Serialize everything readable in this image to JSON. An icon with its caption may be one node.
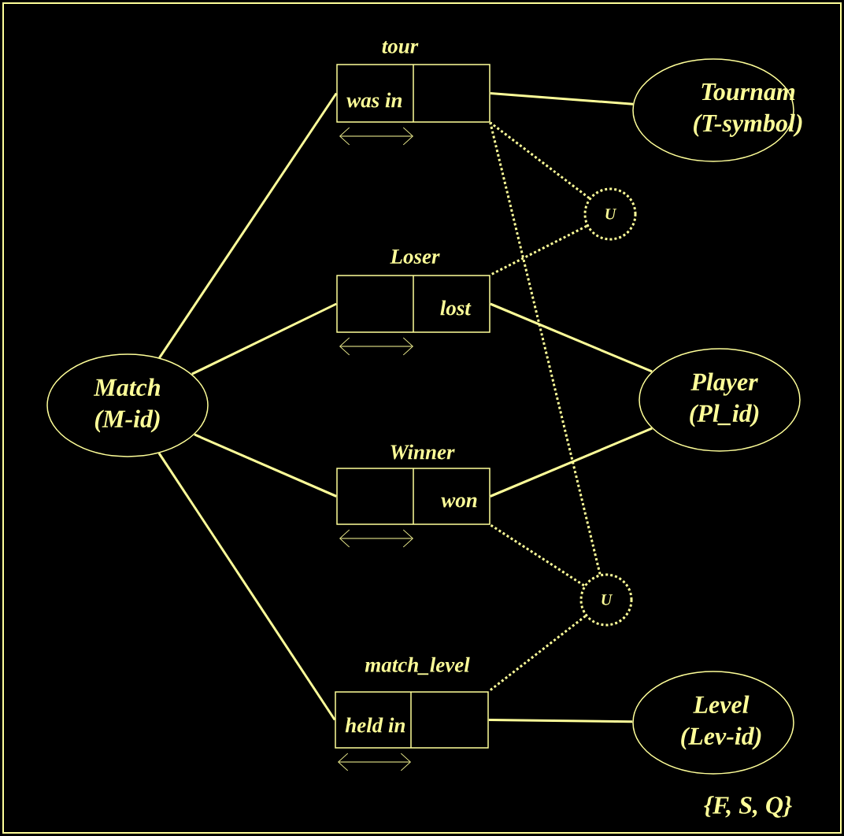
{
  "diagram": {
    "nodes": [
      {
        "text": [
          "Match (M-id)"
        ]
      },
      {
        "text": [
          "Tournam (T-symbol)"
        ]
      },
      {
        "text": [
          "Player (Pl_id)"
        ]
      },
      {
        "text": [
          "Level (Lev-id)"
        ],
        "beside": [
          "{F, S, Q}"
        ]
      },
      {
        "text": [
          "was in"
        ],
        "beside": [
          "tour"
        ]
      },
      {
        "text": [
          "lost"
        ],
        "beside": [
          "Loser"
        ]
      },
      {
        "text": [
          "won"
        ],
        "beside": [
          "Winner"
        ]
      },
      {
        "text": [
          "held in"
        ],
        "beside": [
          "match_level"
        ]
      },
      {
        "text": [
          "U"
        ]
      },
      {
        "text": [
          "U"
        ]
      }
    ],
    "edges": [
      {
        "from": 0,
        "to": 4,
        "arrow": "none"
      },
      {
        "from": 4,
        "to": 1,
        "arrow": "none"
      },
      {
        "from": 0,
        "to": 5,
        "arrow": "none"
      },
      {
        "from": 5,
        "to": 2,
        "arrow": "none"
      },
      {
        "from": 0,
        "to": 6,
        "arrow": "none"
      },
      {
        "from": 6,
        "to": 2,
        "arrow": "none"
      },
      {
        "from": 0,
        "to": 7,
        "arrow": "none"
      },
      {
        "from": 7,
        "to": 3,
        "arrow": "none"
      },
      {
        "from": 8,
        "to": 4,
        "arrow": "none",
        "style": "dashed"
      },
      {
        "from": 8,
        "to": 5,
        "arrow": "none",
        "style": "dashed"
      },
      {
        "from": 9,
        "to": 4,
        "arrow": "none",
        "style": "dashed"
      },
      {
        "from": 9,
        "to": 6,
        "arrow": "none",
        "style": "dashed"
      },
      {
        "from": 9,
        "to": 7,
        "arrow": "none",
        "style": "dashed"
      }
    ]
  }
}
